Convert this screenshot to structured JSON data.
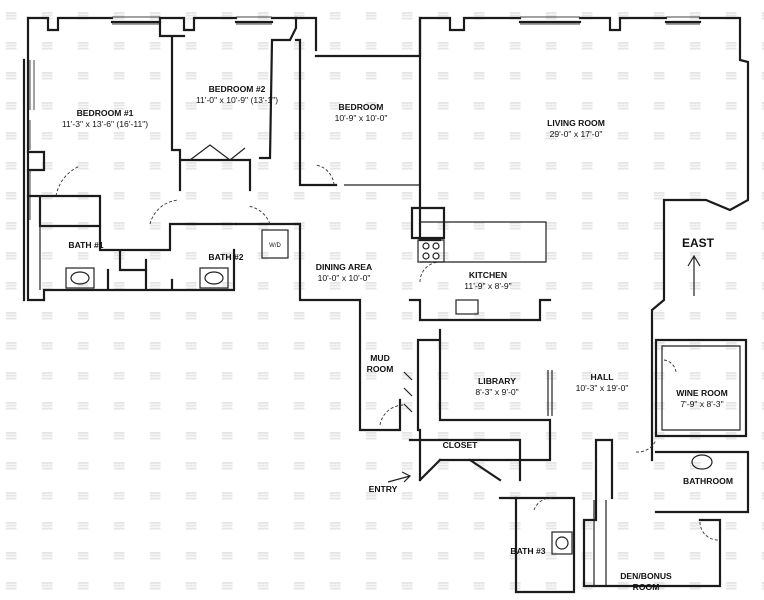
{
  "rooms": {
    "bedroom1": {
      "name": "BEDROOM #1",
      "dims": "11'-3\" x 13'-6\" (16'-11\")"
    },
    "bedroom2": {
      "name": "BEDROOM #2",
      "dims": "11'-0\" x 10'-9\" (13'-1\")"
    },
    "bedroom3": {
      "name": "BEDROOM",
      "dims": "10'-9\" x 10'-0\""
    },
    "living": {
      "name": "LIVING ROOM",
      "dims": "29'-0\" x 17'-0\""
    },
    "bath1": {
      "name": "BATH #1"
    },
    "bath2": {
      "name": "BATH #2"
    },
    "dining": {
      "name": "DINING AREA",
      "dims": "10'-0\" x 10'-0\""
    },
    "kitchen": {
      "name": "KITCHEN",
      "dims": "11'-9\" x 8'-9\""
    },
    "mudroom": {
      "name": "MUD\nROOM"
    },
    "library": {
      "name": "LIBRARY",
      "dims": "8'-3\" x 9'-0\""
    },
    "hall": {
      "name": "HALL",
      "dims": "10'-3\" x 19'-0\""
    },
    "wine": {
      "name": "WINE ROOM",
      "dims": "7'-9\" x 8'-3\""
    },
    "closet": {
      "name": "CLOSET"
    },
    "entry": {
      "name": "ENTRY"
    },
    "bathroom": {
      "name": "BATHROOM"
    },
    "bath3": {
      "name": "BATH #3"
    },
    "den": {
      "name": "DEN/BONUS\nROOM"
    }
  },
  "compass": {
    "label": "EAST"
  },
  "appliance": {
    "label": "W/D"
  }
}
